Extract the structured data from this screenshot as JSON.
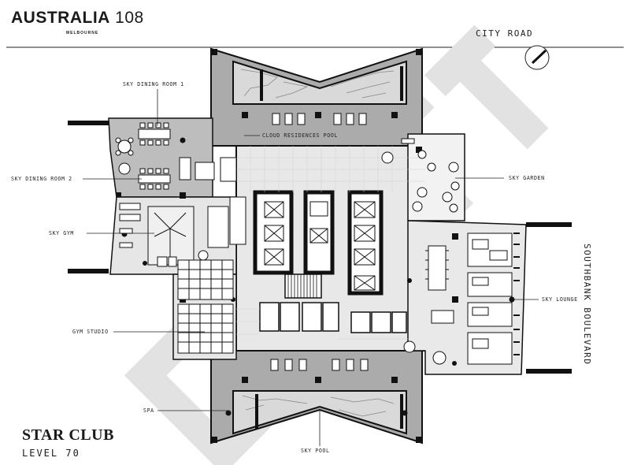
{
  "header": {
    "brand_name": "AUSTRALIA",
    "brand_number": "108",
    "brand_location": "MELBOURNE"
  },
  "streets": {
    "top": "CITY ROAD",
    "right": "SOUTHBANK BOULEVARD"
  },
  "rooms": {
    "sky_dining_1": "SKY DINING ROOM 1",
    "sky_dining_2": "SKY DINING ROOM 2",
    "sky_gym": "SKY GYM",
    "gym_studio": "GYM STUDIO",
    "spa": "SPA",
    "sky_pool": "SKY POOL",
    "cloud_pool": "CLOUD RESIDENCES POOL",
    "sky_garden": "SKY GARDEN",
    "sky_lounge": "SKY LOUNGE"
  },
  "footer": {
    "title": "STAR CLUB",
    "level": "LEVEL 70"
  },
  "colors": {
    "wall": "#111111",
    "floor_grey": "#a9a9a9",
    "floor_light": "#e6e6e6",
    "watermark": "#e4e4e4"
  }
}
